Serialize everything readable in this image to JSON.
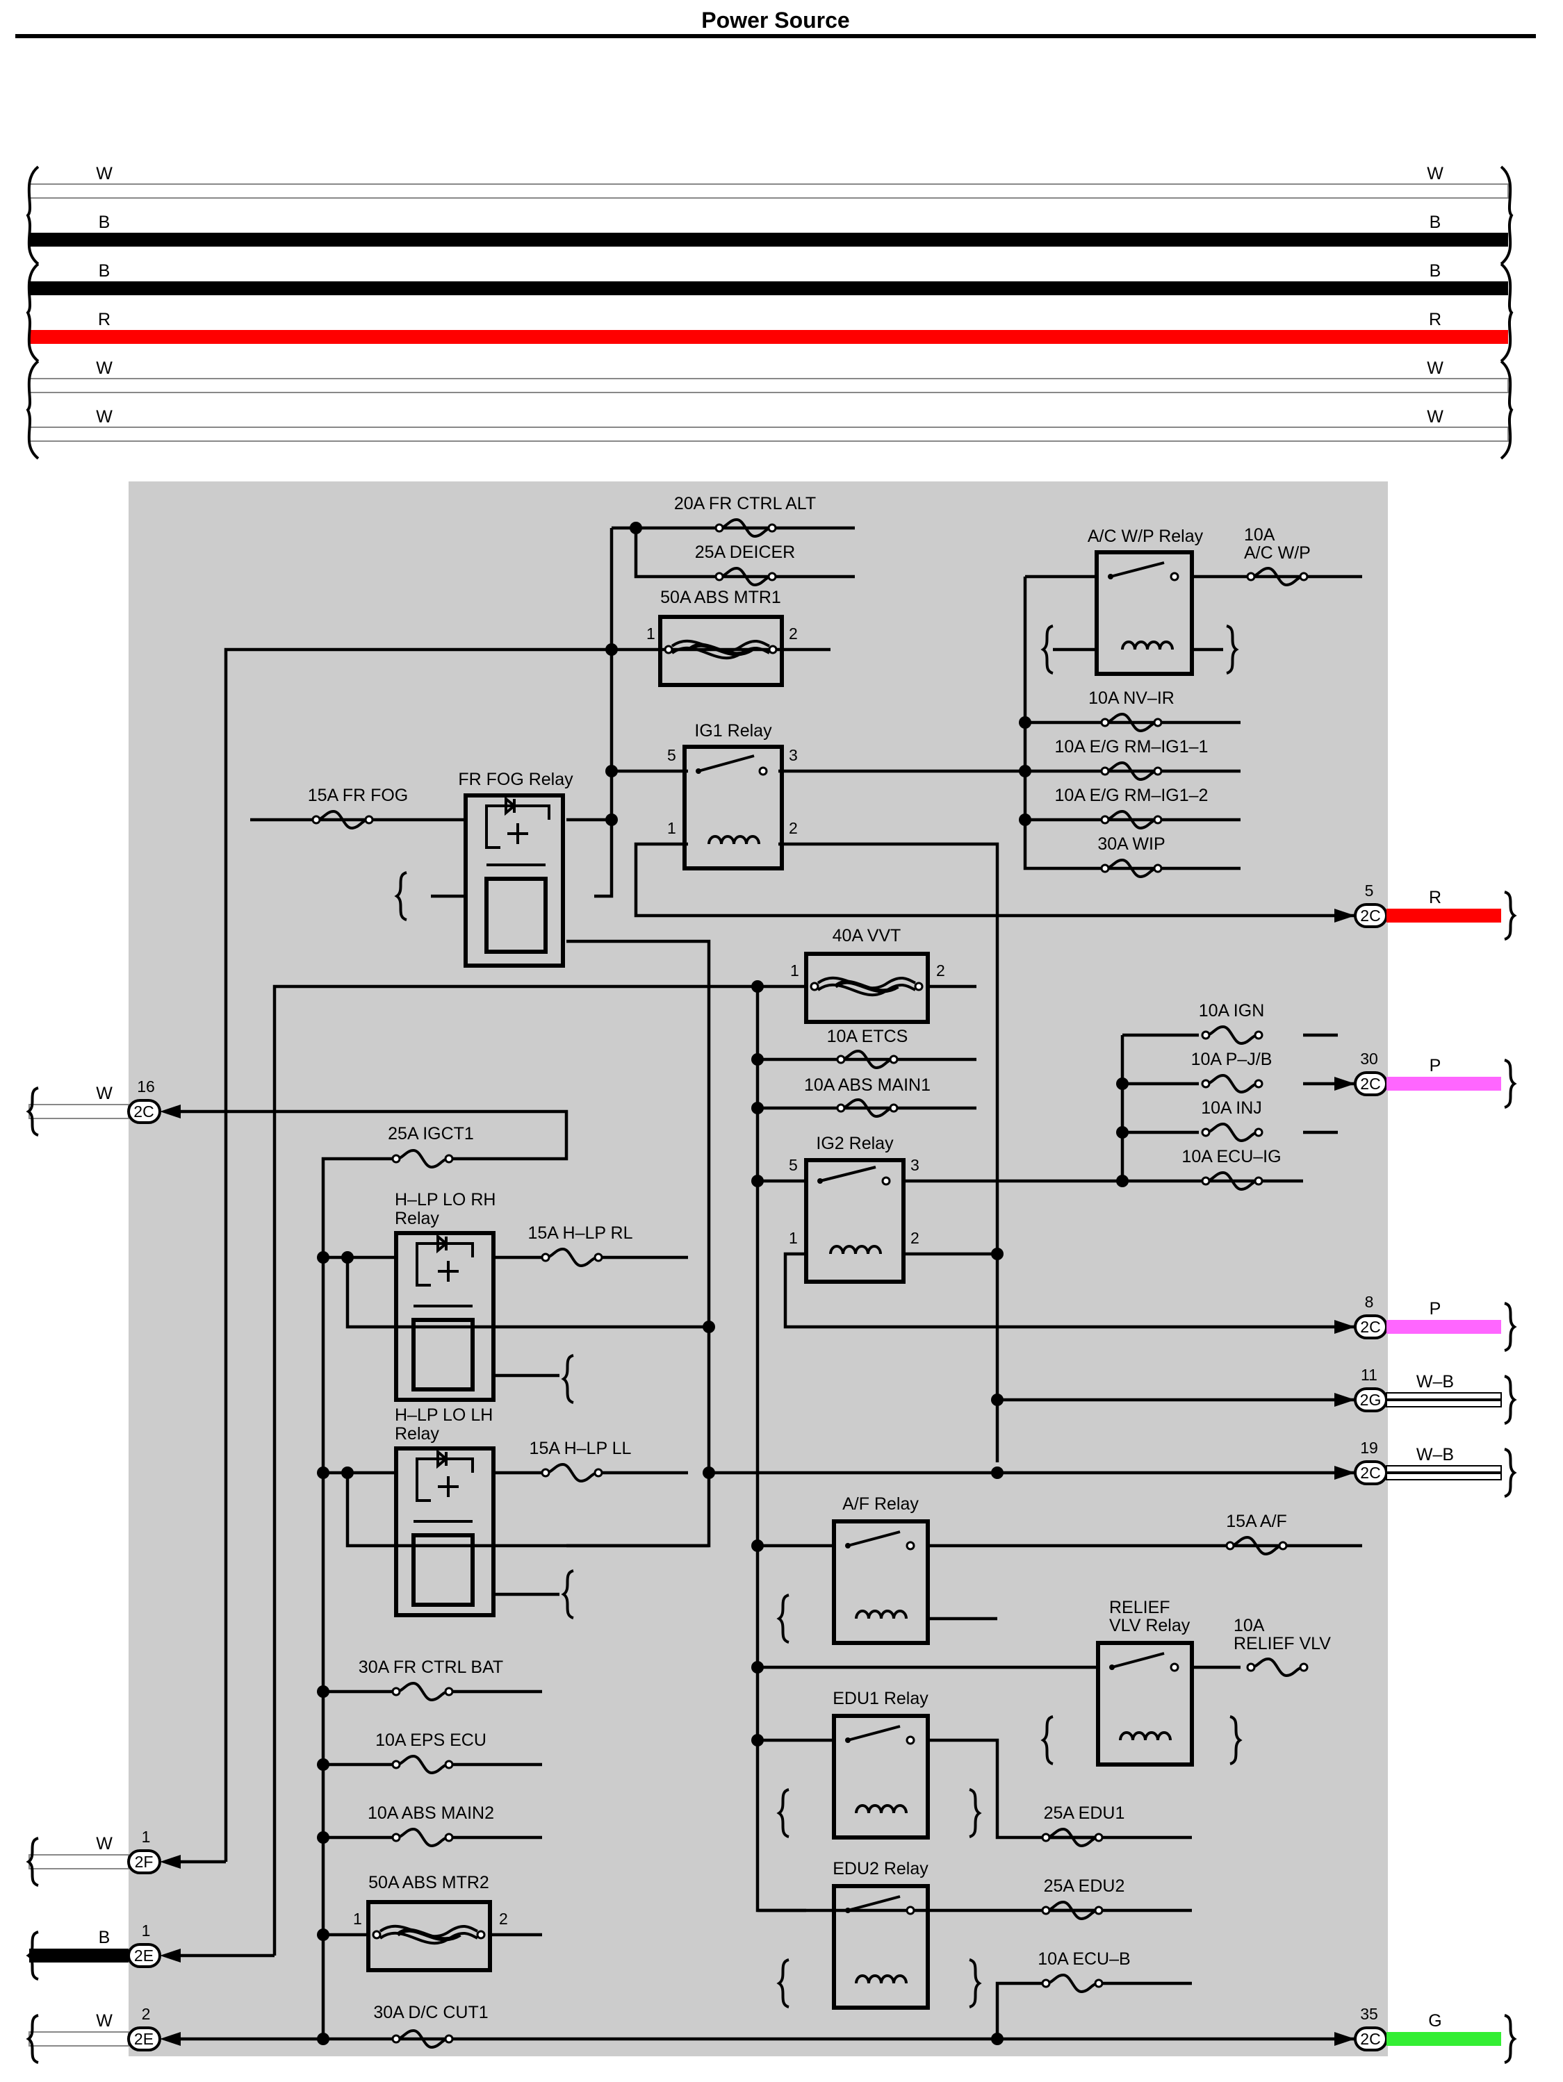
{
  "title": "Power Source",
  "colors": {
    "R": "#ff0000",
    "P": "#ff66ff",
    "G": "#33ee33",
    "B": "#000000",
    "W": "#ffffff",
    "W-B": "#ffffff",
    "panel": "#cccccc"
  },
  "bus_wires": [
    {
      "code": "W"
    },
    {
      "code": "B"
    },
    {
      "code": "B"
    },
    {
      "code": "R"
    },
    {
      "code": "W"
    },
    {
      "code": "W"
    }
  ],
  "fuses": {
    "fr_ctrl_alt": "20A FR CTRL ALT",
    "deicer": "25A DEICER",
    "abs_mtr1": "50A ABS MTR1",
    "ac_wp_amp": "10A",
    "ac_wp_name": "A/C W/P",
    "nv_ir": "10A NV–IR",
    "eg_rm_ig1_1": "10A E/G RM–IG1–1",
    "eg_rm_ig1_2": "10A E/G RM–IG1–2",
    "wip": "30A WIP",
    "fr_fog": "15A FR FOG",
    "vvt": "40A VVT",
    "etcs": "10A ETCS",
    "abs_main1": "10A ABS MAIN1",
    "ign": "10A IGN",
    "p_jb": "10A P–J/B",
    "inj": "10A INJ",
    "ecu_ig": "10A ECU–IG",
    "igct1": "25A IGCT1",
    "h_lp_rl": "15A H–LP RL",
    "h_lp_ll": "15A H–LP LL",
    "af": "15A A/F",
    "relief_vlv_amp": "10A",
    "relief_vlv_name": "RELIEF VLV",
    "fr_ctrl_bat": "30A FR CTRL BAT",
    "eps_ecu": "10A EPS ECU",
    "abs_main2": "10A ABS MAIN2",
    "abs_mtr2": "50A ABS MTR2",
    "edu1": "25A EDU1",
    "edu2": "25A EDU2",
    "ecu_b": "10A ECU–B",
    "dc_cut1": "30A D/C CUT1"
  },
  "relays": {
    "ac_wp": "A/C W/P Relay",
    "ig1": "IG1 Relay",
    "fr_fog": "FR FOG Relay",
    "ig2": "IG2 Relay",
    "hlp_rh_1": "H–LP LO RH",
    "hlp_rh_2": "Relay",
    "hlp_lh_1": "H–LP LO LH",
    "hlp_lh_2": "Relay",
    "af": "A/F Relay",
    "relief_1": "RELIEF",
    "relief_2": "VLV Relay",
    "edu1": "EDU1 Relay",
    "edu2": "EDU2 Relay"
  },
  "pins": {
    "p1": "1",
    "p2": "2",
    "p3": "3",
    "p5": "5"
  },
  "connectors": [
    {
      "id": "2C",
      "pin": "5",
      "wire": "R"
    },
    {
      "id": "2C",
      "pin": "30",
      "wire": "P"
    },
    {
      "id": "2C",
      "pin": "8",
      "wire": "P"
    },
    {
      "id": "2G",
      "pin": "11",
      "wire": "W–B"
    },
    {
      "id": "2C",
      "pin": "19",
      "wire": "W–B"
    },
    {
      "id": "2C",
      "pin": "35",
      "wire": "G"
    },
    {
      "id": "2C",
      "pin": "16",
      "wire": "W"
    },
    {
      "id": "2F",
      "pin": "1",
      "wire": "W"
    },
    {
      "id": "2E",
      "pin": "1",
      "wire": "B"
    },
    {
      "id": "2E",
      "pin": "2",
      "wire": "W"
    }
  ]
}
